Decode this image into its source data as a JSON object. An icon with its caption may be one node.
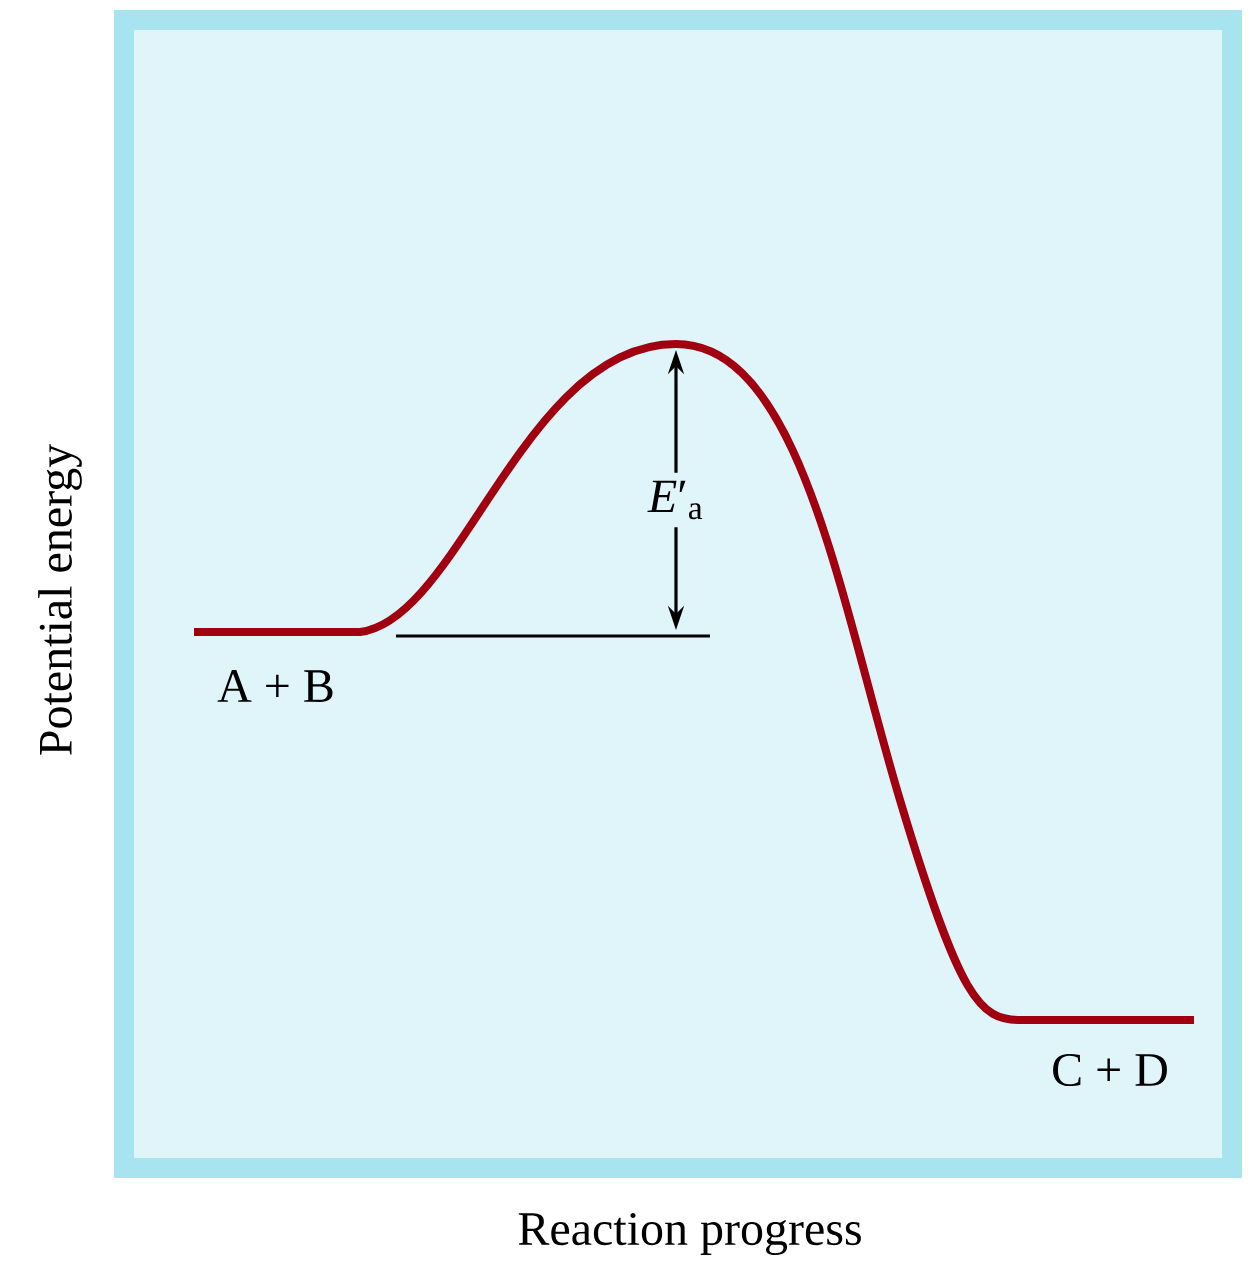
{
  "diagram": {
    "labels": [
      "*E*′$_{a}$",
      "A + B",
      "C + D",
      "Potential energy",
      "Reaction progress"
    ]
  }
}
